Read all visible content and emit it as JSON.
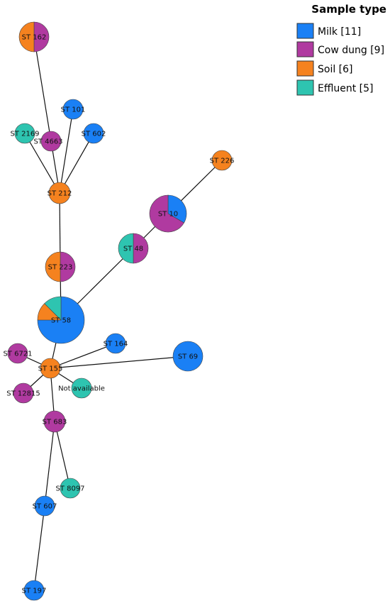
{
  "legend": {
    "title": "Sample type",
    "items": [
      {
        "key": "milk",
        "label": "Milk [11]",
        "color": "#1a80f5"
      },
      {
        "key": "cow_dung",
        "label": "Cow dung [9]",
        "color": "#b03aa0"
      },
      {
        "key": "soil",
        "label": "Soil [6]",
        "color": "#f5821f"
      },
      {
        "key": "effluent",
        "label": "Effluent [5]",
        "color": "#2ec4b0"
      }
    ]
  },
  "nodes": [
    {
      "id": "st162",
      "label": "ST 162",
      "counts": {
        "cow_dung": 1,
        "soil": 1
      }
    },
    {
      "id": "st101",
      "label": "ST 101",
      "counts": {
        "milk": 1
      }
    },
    {
      "id": "st2169",
      "label": "ST 2169",
      "counts": {
        "effluent": 1
      }
    },
    {
      "id": "st4663",
      "label": "ST 4663",
      "counts": {
        "cow_dung": 1
      }
    },
    {
      "id": "st602",
      "label": "ST 602",
      "counts": {
        "milk": 1
      }
    },
    {
      "id": "st226",
      "label": "ST 226",
      "counts": {
        "soil": 1
      }
    },
    {
      "id": "st212",
      "label": "ST 212",
      "counts": {
        "soil": 1
      }
    },
    {
      "id": "st10",
      "label": "ST 10",
      "counts": {
        "milk": 1,
        "cow_dung": 2
      }
    },
    {
      "id": "st48",
      "label": "ST 48",
      "counts": {
        "cow_dung": 1,
        "effluent": 1
      }
    },
    {
      "id": "st223",
      "label": "ST 223",
      "counts": {
        "cow_dung": 1,
        "soil": 1
      }
    },
    {
      "id": "st58",
      "label": "ST 58",
      "counts": {
        "milk": 6,
        "soil": 1,
        "effluent": 1
      }
    },
    {
      "id": "st164",
      "label": "ST 164",
      "counts": {
        "milk": 1
      }
    },
    {
      "id": "st69",
      "label": "ST 69",
      "counts": {
        "milk": 2
      }
    },
    {
      "id": "st6721",
      "label": "ST 6721",
      "counts": {
        "cow_dung": 1
      }
    },
    {
      "id": "st155",
      "label": "ST 155",
      "counts": {
        "soil": 1
      }
    },
    {
      "id": "na",
      "label": "Not available",
      "counts": {
        "effluent": 1
      }
    },
    {
      "id": "st12815",
      "label": "ST 12815",
      "counts": {
        "cow_dung": 1
      }
    },
    {
      "id": "st683",
      "label": "ST 683",
      "counts": {
        "cow_dung": 1
      }
    },
    {
      "id": "st8097",
      "label": "ST 8097",
      "counts": {
        "effluent": 1
      }
    },
    {
      "id": "st607",
      "label": "ST 607",
      "counts": {
        "milk": 1
      }
    },
    {
      "id": "st197",
      "label": "ST 197",
      "counts": {
        "milk": 1
      }
    }
  ],
  "edges": [
    [
      "st162",
      "st4663"
    ],
    [
      "st4663",
      "st212"
    ],
    [
      "st101",
      "st212"
    ],
    [
      "st2169",
      "st212"
    ],
    [
      "st602",
      "st212"
    ],
    [
      "st212",
      "st223"
    ],
    [
      "st223",
      "st58"
    ],
    [
      "st58",
      "st48"
    ],
    [
      "st48",
      "st10"
    ],
    [
      "st10",
      "st226"
    ],
    [
      "st58",
      "st155"
    ],
    [
      "st155",
      "st164"
    ],
    [
      "st155",
      "st69"
    ],
    [
      "st155",
      "st6721"
    ],
    [
      "st155",
      "na"
    ],
    [
      "st155",
      "st12815"
    ],
    [
      "st155",
      "st683"
    ],
    [
      "st683",
      "st8097"
    ],
    [
      "st683",
      "st607"
    ],
    [
      "st607",
      "st197"
    ]
  ]
}
